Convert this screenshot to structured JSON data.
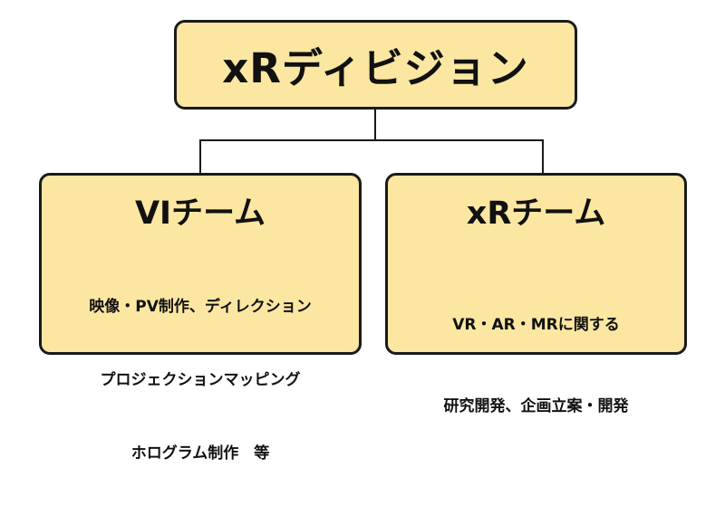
{
  "root": {
    "title": "xRディビジョン"
  },
  "teams": [
    {
      "title": "VIチーム",
      "lines": [
        "映像・PV制作、ディレクション",
        "プロジェクションマッピング",
        "ホログラム制作　等"
      ]
    },
    {
      "title": "xRチーム",
      "lines": [
        "VR・AR・MRに関する",
        "研究開発、企画立案・開発"
      ]
    }
  ],
  "colors": {
    "box_fill": "#fbe7a1",
    "box_border": "#1a1a1a",
    "connector": "#1a1a1a"
  }
}
